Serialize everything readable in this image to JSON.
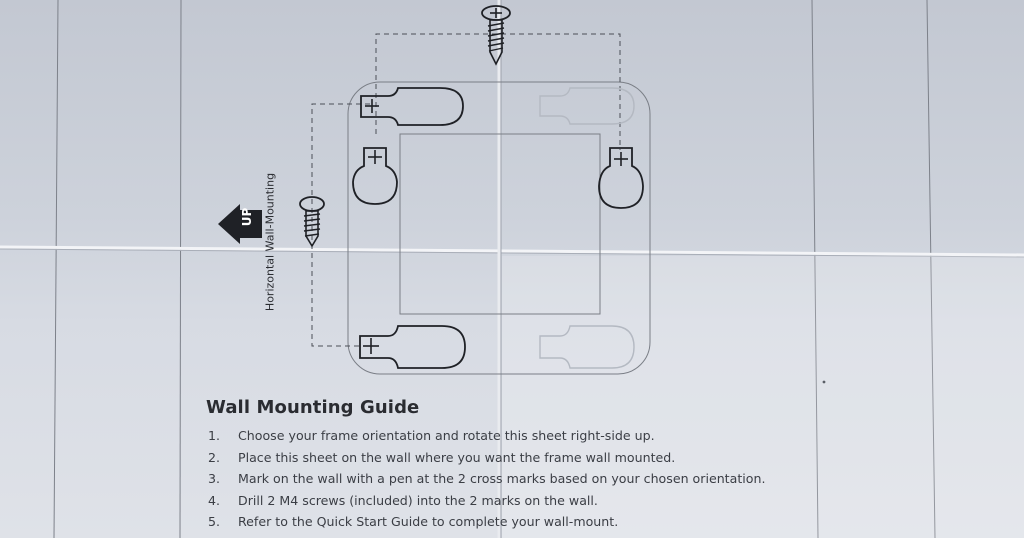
{
  "guide": {
    "title": "Wall Mounting Guide",
    "steps": [
      {
        "num": "1.",
        "text": "Choose your frame orientation and rotate this sheet right-side up."
      },
      {
        "num": "2.",
        "text": "Place this sheet on the wall where you want the frame wall mounted."
      },
      {
        "num": "3.",
        "text": "Mark on the wall with a pen at the 2 cross marks based on your chosen orientation."
      },
      {
        "num": "4.",
        "text": "Drill 2 M4 screws (included) into the 2 marks on the wall."
      },
      {
        "num": "5.",
        "text": "Refer to the Quick Start Guide to complete your wall-mount."
      }
    ]
  },
  "diagram": {
    "orientation_label": "Horizontal Wall-Mounting",
    "up_label": "UP"
  },
  "colors": {
    "paper_top": "#c3c8d2",
    "paper_bottom": "#dfe2e8",
    "ink": "#2a2c31",
    "faint_ink": "#b8bdc6"
  }
}
